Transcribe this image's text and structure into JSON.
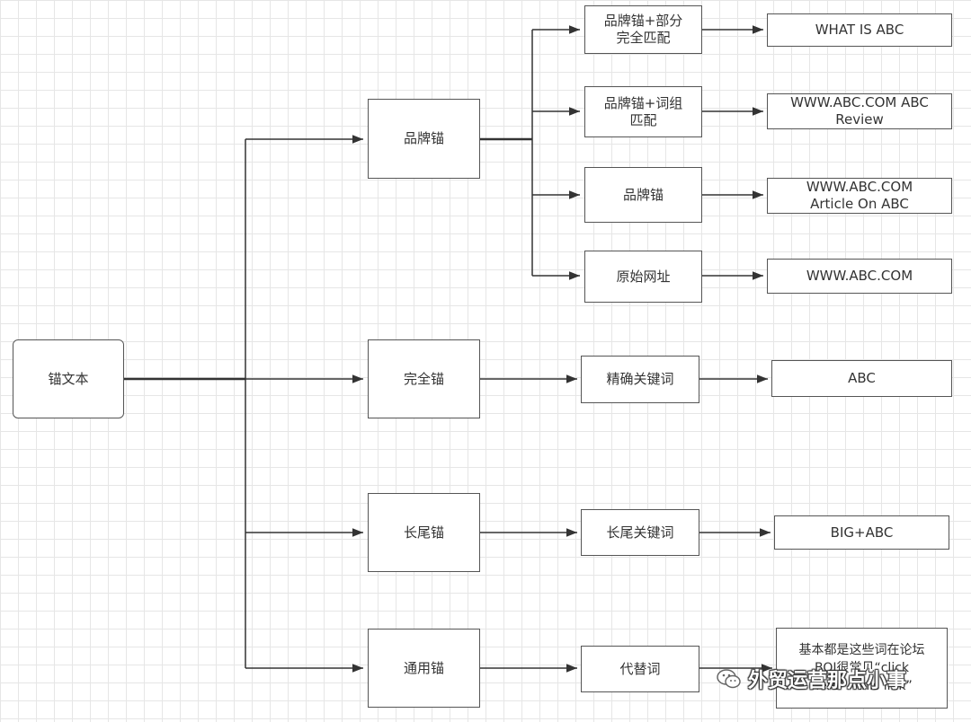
{
  "nodes": {
    "root": "锚文本",
    "brand": "品牌锚",
    "exact": "完全锚",
    "longtail": "长尾锚",
    "generic": "通用锚",
    "brand_partial": "品牌锚+部分\n完全匹配",
    "brand_phrase": "品牌锚+词组\n匹配",
    "brand_only": "品牌锚",
    "raw_url": "原始网址",
    "exact_kw": "精确关键词",
    "longtail_kw": "长尾关键词",
    "substitute": "代替词",
    "ex_partial": "WHAT IS ABC",
    "ex_phrase": "WWW.ABC.COM ABC\nReview",
    "ex_brand": "WWW.ABC.COM\nArticle On ABC",
    "ex_url": "WWW.ABC.COM",
    "ex_exact": "ABC",
    "ex_longtail": "BIG+ABC",
    "ex_generic": "基本都是这些词在论坛\nBOI很常见“click\nhere” “this link”"
  },
  "watermark": {
    "text": "外贸运营那点小事",
    "icon": "wechat-icon"
  }
}
